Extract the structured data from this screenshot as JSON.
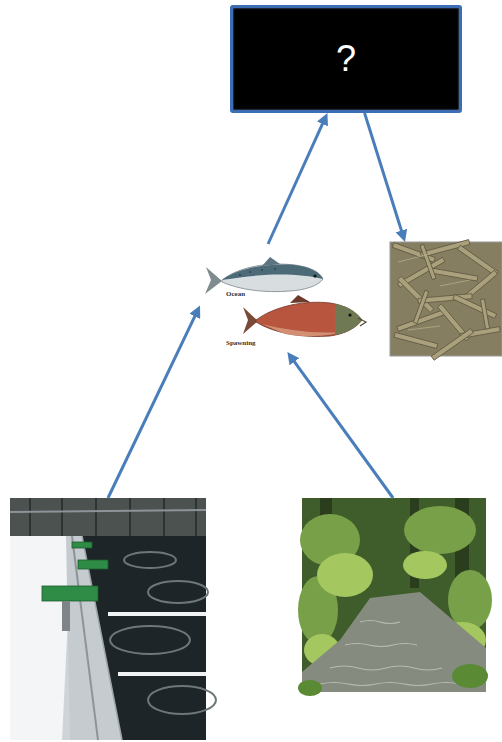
{
  "diagram": {
    "nodes": [
      {
        "text": [
          "?"
        ]
      },
      {
        "text": [
          "Ocean",
          "Spawning"
        ]
      },
      {
        "text": []
      },
      {
        "text": []
      },
      {
        "text": []
      }
    ],
    "edges": [
      {
        "from": 3,
        "to": 1,
        "arrow": "to"
      },
      {
        "from": 4,
        "to": 1,
        "arrow": "to"
      },
      {
        "from": 1,
        "to": 0,
        "arrow": "to"
      },
      {
        "from": 0,
        "to": 2,
        "arrow": "to"
      }
    ]
  }
}
